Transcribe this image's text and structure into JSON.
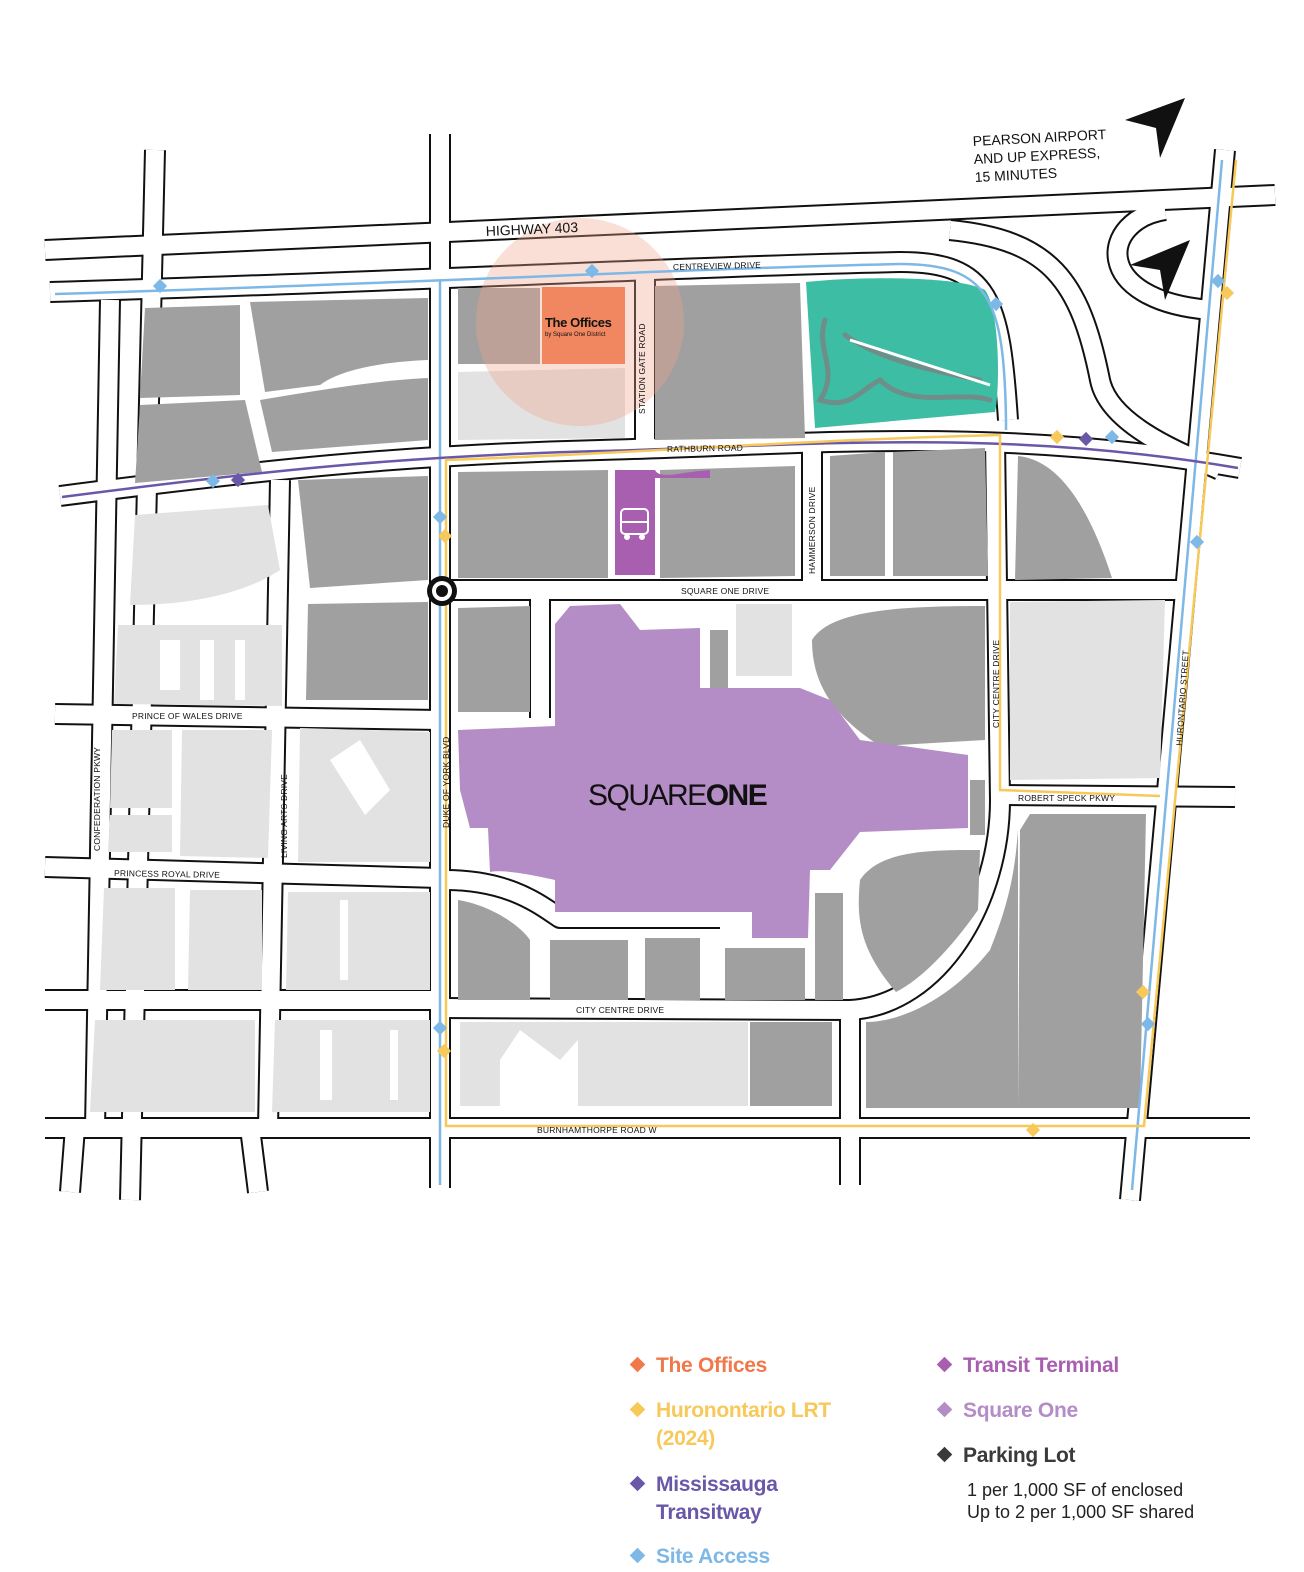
{
  "colors": {
    "offices": "#f0784a",
    "lrt": "#f7c85a",
    "transitway": "#6a57a8",
    "site_access": "#7db8e6",
    "terminal": "#a95fb0",
    "square_one": "#b48cc6",
    "parking": "#3a3a3a",
    "park": "#3dbda4",
    "block_dark": "#a0a0a0",
    "block_light": "#e2e2e2"
  },
  "map": {
    "highway_label": "HIGHWAY 403",
    "airport_label": [
      "PEARSON AIRPORT",
      "AND UP EXPRESS,",
      "15 MINUTES"
    ],
    "offices_title": "The Offices",
    "offices_subtitle": "by Square One District",
    "mall_label_light": "SQUARE",
    "mall_label_bold": "ONE",
    "streets": {
      "centreview": "CENTREVIEW DRIVE",
      "rathburn": "RATHBURN ROAD",
      "station_gate": "STATION GATE ROAD",
      "hammerson": "HAMMERSON DRIVE",
      "square_one_drive": "SQUARE ONE DRIVE",
      "prince_of_wales": "PRINCE OF WALES DRIVE",
      "princess_royal": "PRINCESS ROYAL DRIVE",
      "confederation": "CONFEDERATION PKWY",
      "living_arts": "LIVING ARTS DRIVE",
      "duke_of_york": "DUKE OF YORK BLVD",
      "city_centre_v": "CITY CENTRE DRIVE",
      "city_centre_h": "CITY CENTRE DRIVE",
      "robert_speck": "ROBERT SPECK PKWY",
      "hurontario": "HURONTARIO STREET",
      "burnhamthorpe": "BURNHAMTHORPE ROAD W"
    },
    "north_icon": "north-arrow-icon",
    "bus_icon": "bus-icon",
    "station_icon": "lrt-station-icon"
  },
  "legend": {
    "offices": "The Offices",
    "lrt": "Huronontario LRT (2024)",
    "transitway": "Mississauga Transitway",
    "site_access": "Site Access",
    "terminal": "Transit Terminal",
    "square_one": "Square One",
    "parking": "Parking Lot",
    "parking_note_1": "1 per 1,000 SF of enclosed",
    "parking_note_2": "Up to 2 per 1,000 SF shared"
  }
}
